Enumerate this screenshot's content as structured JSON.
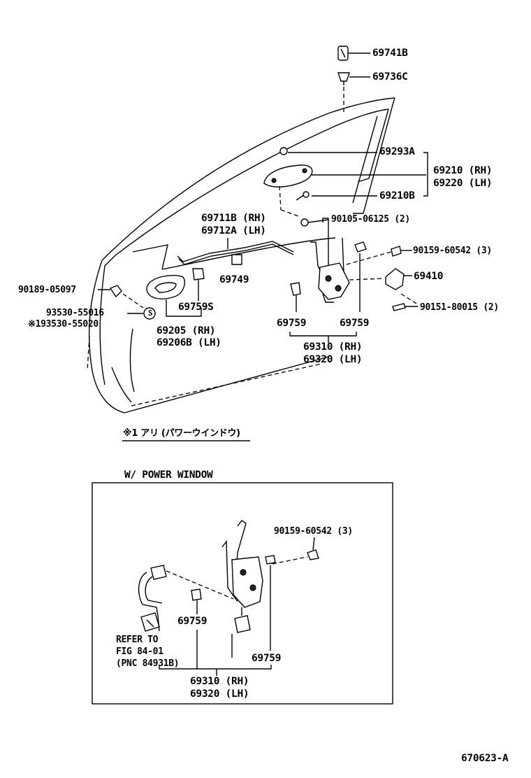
{
  "labels": {
    "p69741B": "69741B",
    "p69736C": "69736C",
    "p69293A": "69293A",
    "p69210RH": "69210 (RH)",
    "p69220LH": "69220 (LH)",
    "p69210B": "69210B",
    "p90105": "90105-06125 (2)",
    "p69711B": "69711B (RH)",
    "p69712A": "69712A (LH)",
    "p90159a": "90159-60542 (3)",
    "p69410": "69410",
    "p90189": "90189-05097",
    "p69749": "69749",
    "p93530": "93530-55016",
    "p193530": "※193530-55020",
    "p69759S": "69759S",
    "p90151": "90151-80015 (2)",
    "p69205": "69205  (RH)",
    "p69206B": "69206B (LH)",
    "p69759a": "69759",
    "p69759b": "69759",
    "p69310": "69310 (RH)",
    "p69320": "69320 (LH)",
    "note": "※1 アリ (パワーウインドウ)",
    "s_symbol": "S",
    "inset_title": "W/ POWER  WINDOW",
    "i90159": "90159-60542 (3)",
    "i69759a": "69759",
    "i69759b": "69759",
    "refer1": "REFER TO",
    "refer2": "FIG 84-01",
    "refer3": "(PNC 84931B)",
    "i69310": "69310 (RH)",
    "i69320": "69320 (LH)",
    "figno": "670623-A"
  }
}
